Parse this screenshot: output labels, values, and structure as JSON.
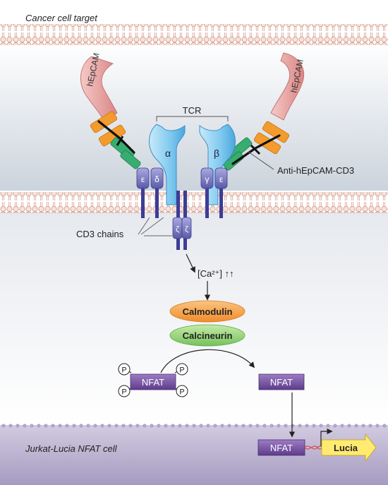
{
  "labels": {
    "cancer_cell": "Cancer cell target",
    "jurkat_cell": "Jurkat-Lucia NFAT cell",
    "tcr": "TCR",
    "alpha": "α",
    "beta": "β",
    "epsilon": "ε",
    "delta": "δ",
    "gamma": "γ",
    "zeta": "ζ",
    "hepcam": "hEpCAM",
    "antibody": "Anti-hEpCAM-CD3",
    "cd3_chains": "CD3 chains",
    "calcium": "[Ca²⁺] ↑↑",
    "calmodulin": "Calmodulin",
    "calcineurin": "Calcineurin",
    "nfat": "NFAT",
    "phospho": "P",
    "lucia": "Lucia"
  },
  "colors": {
    "membrane_fill": "#f3dcd5",
    "membrane_stroke": "#d79f90",
    "cytoplasm_top": "#ffffff",
    "cytoplasm_bottom": "#cfd6df",
    "nucleus_top": "#cfc9df",
    "nucleus_bottom": "#a89fc2",
    "hepcam": "#e6a6a5",
    "tcr_blue": "#7ec8ee",
    "cd3_purple": "#6e6eb8",
    "cd3_tail": "#3d3d96",
    "antibody_orange": "#f39b2c",
    "antibody_green": "#37ad6f",
    "calmodulin": "#f6a44a",
    "calcineurin": "#8fd07a",
    "nfat": "#7b55a6",
    "lucia": "#ffeb70"
  }
}
